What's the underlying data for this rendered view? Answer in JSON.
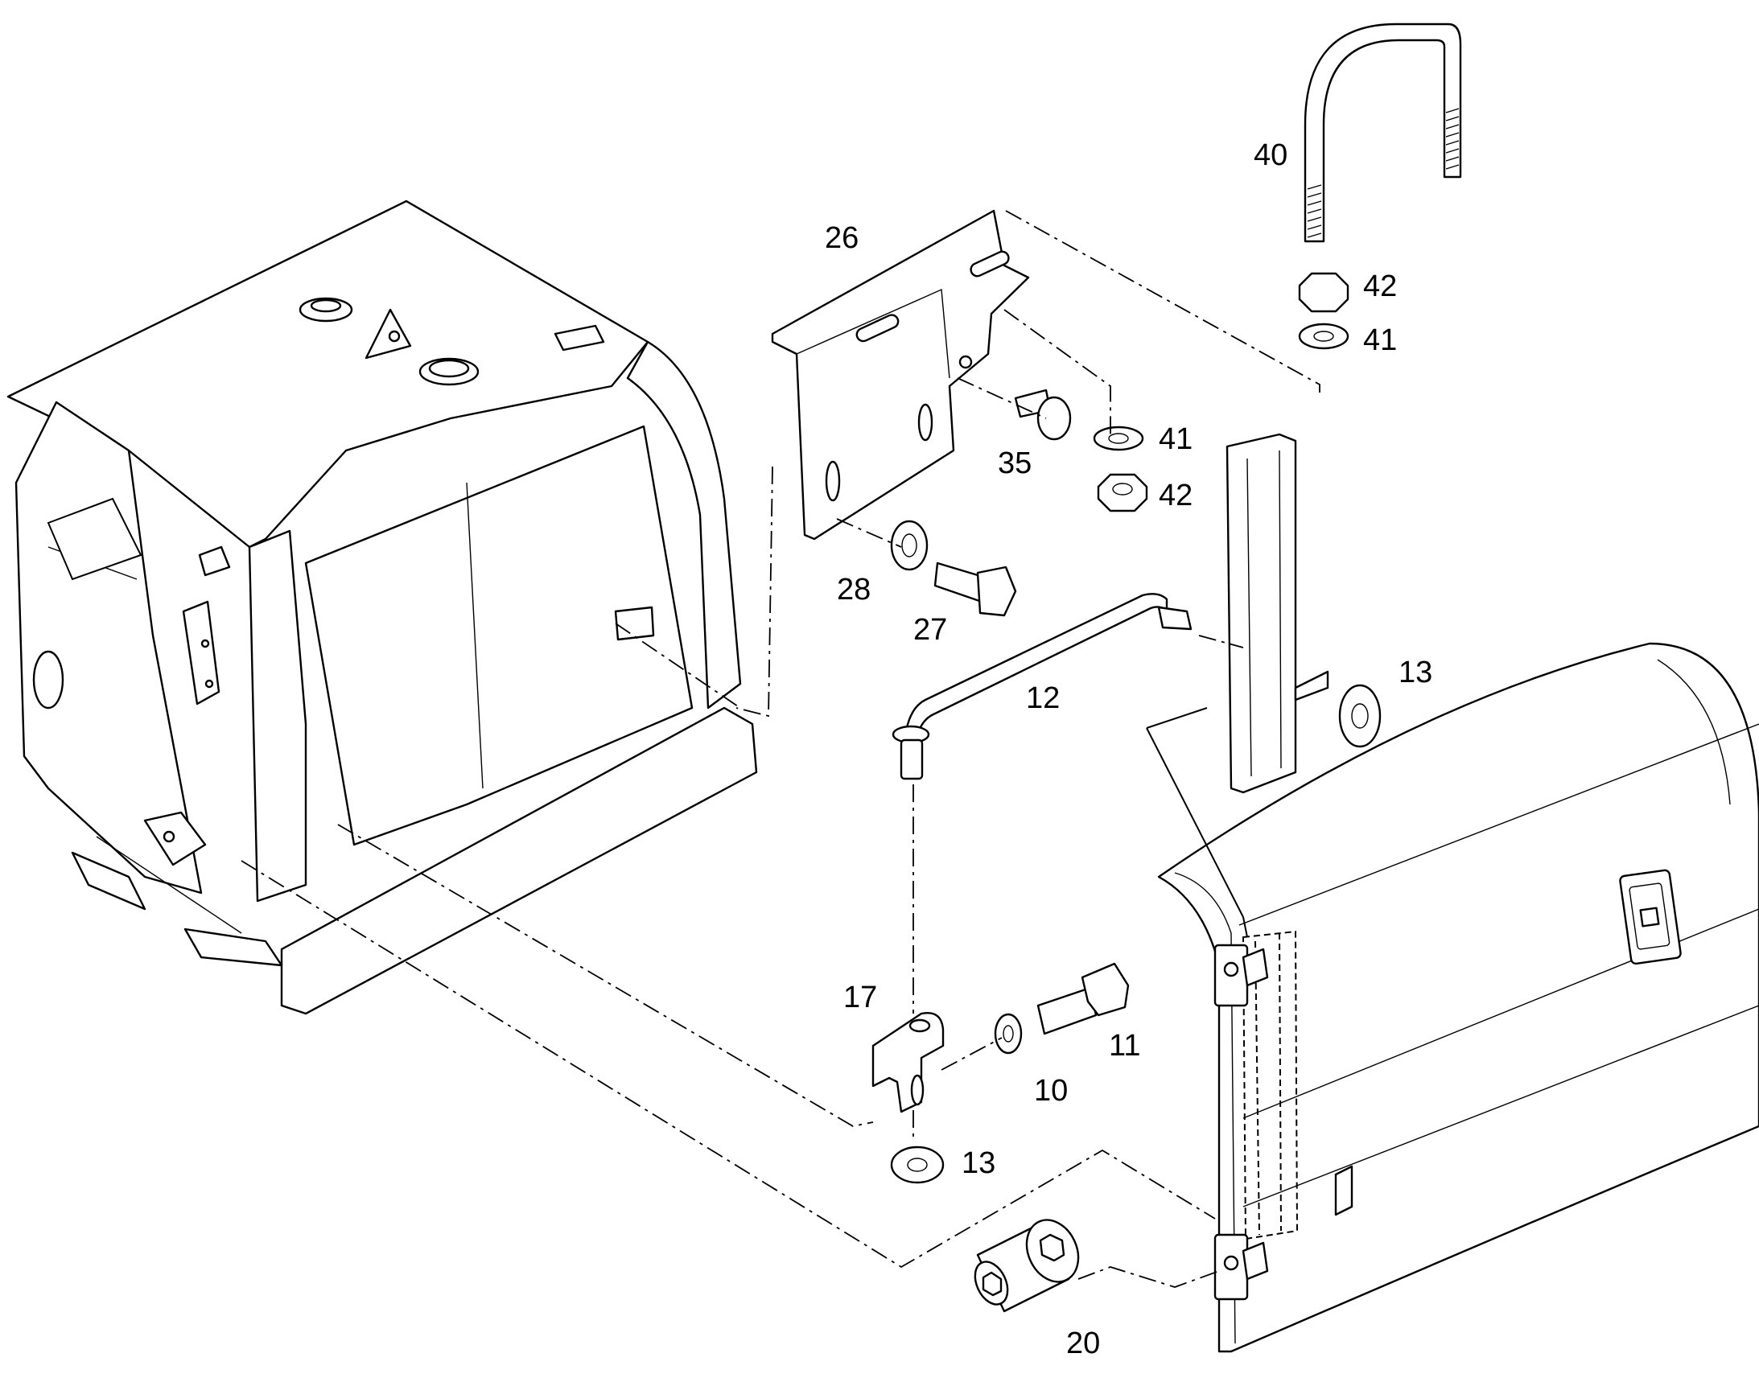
{
  "callouts": {
    "c40": "40",
    "c26": "26",
    "c42a": "42",
    "c41a": "41",
    "c35": "35",
    "c41b": "41",
    "c42b": "42",
    "c28": "28",
    "c27": "27",
    "c12": "12",
    "c13a": "13",
    "c17": "17",
    "c11": "11",
    "c10": "10",
    "c13b": "13",
    "c20": "20"
  }
}
